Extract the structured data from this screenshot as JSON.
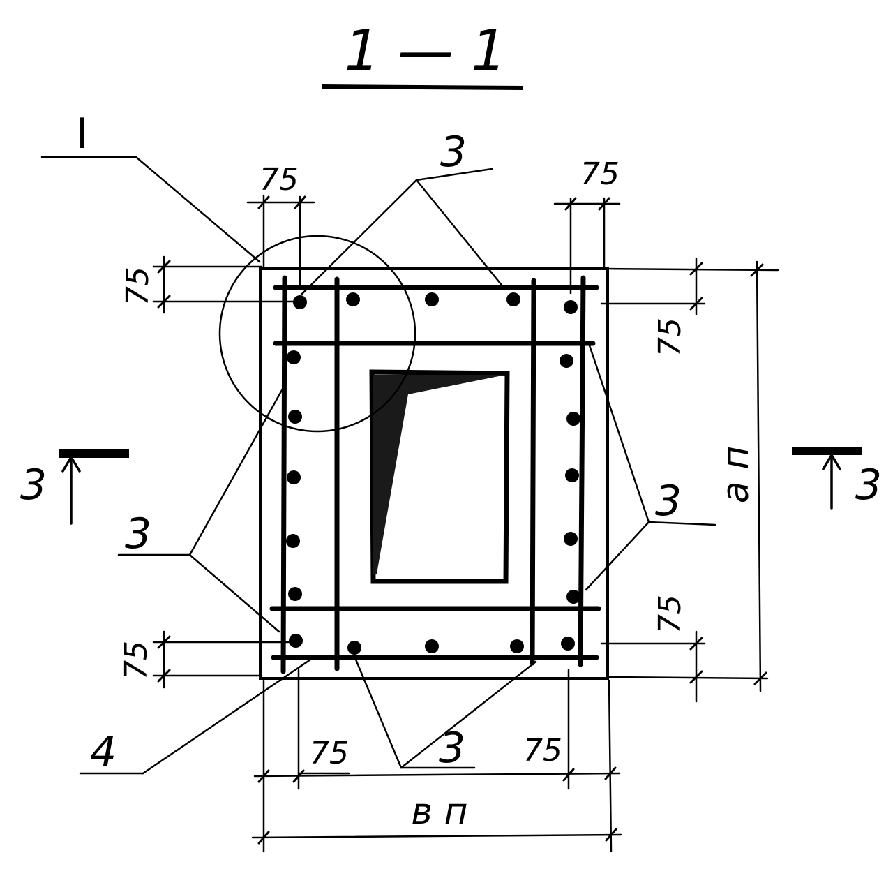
{
  "section_title": "1 — 1",
  "node_label": "I",
  "rebar_label": "3",
  "plate_label": "4",
  "dimensions": {
    "edge_offset": "75",
    "width_symbol": "в п",
    "height_symbol": "а п"
  },
  "section_cut": {
    "left": "3",
    "right": "3"
  }
}
